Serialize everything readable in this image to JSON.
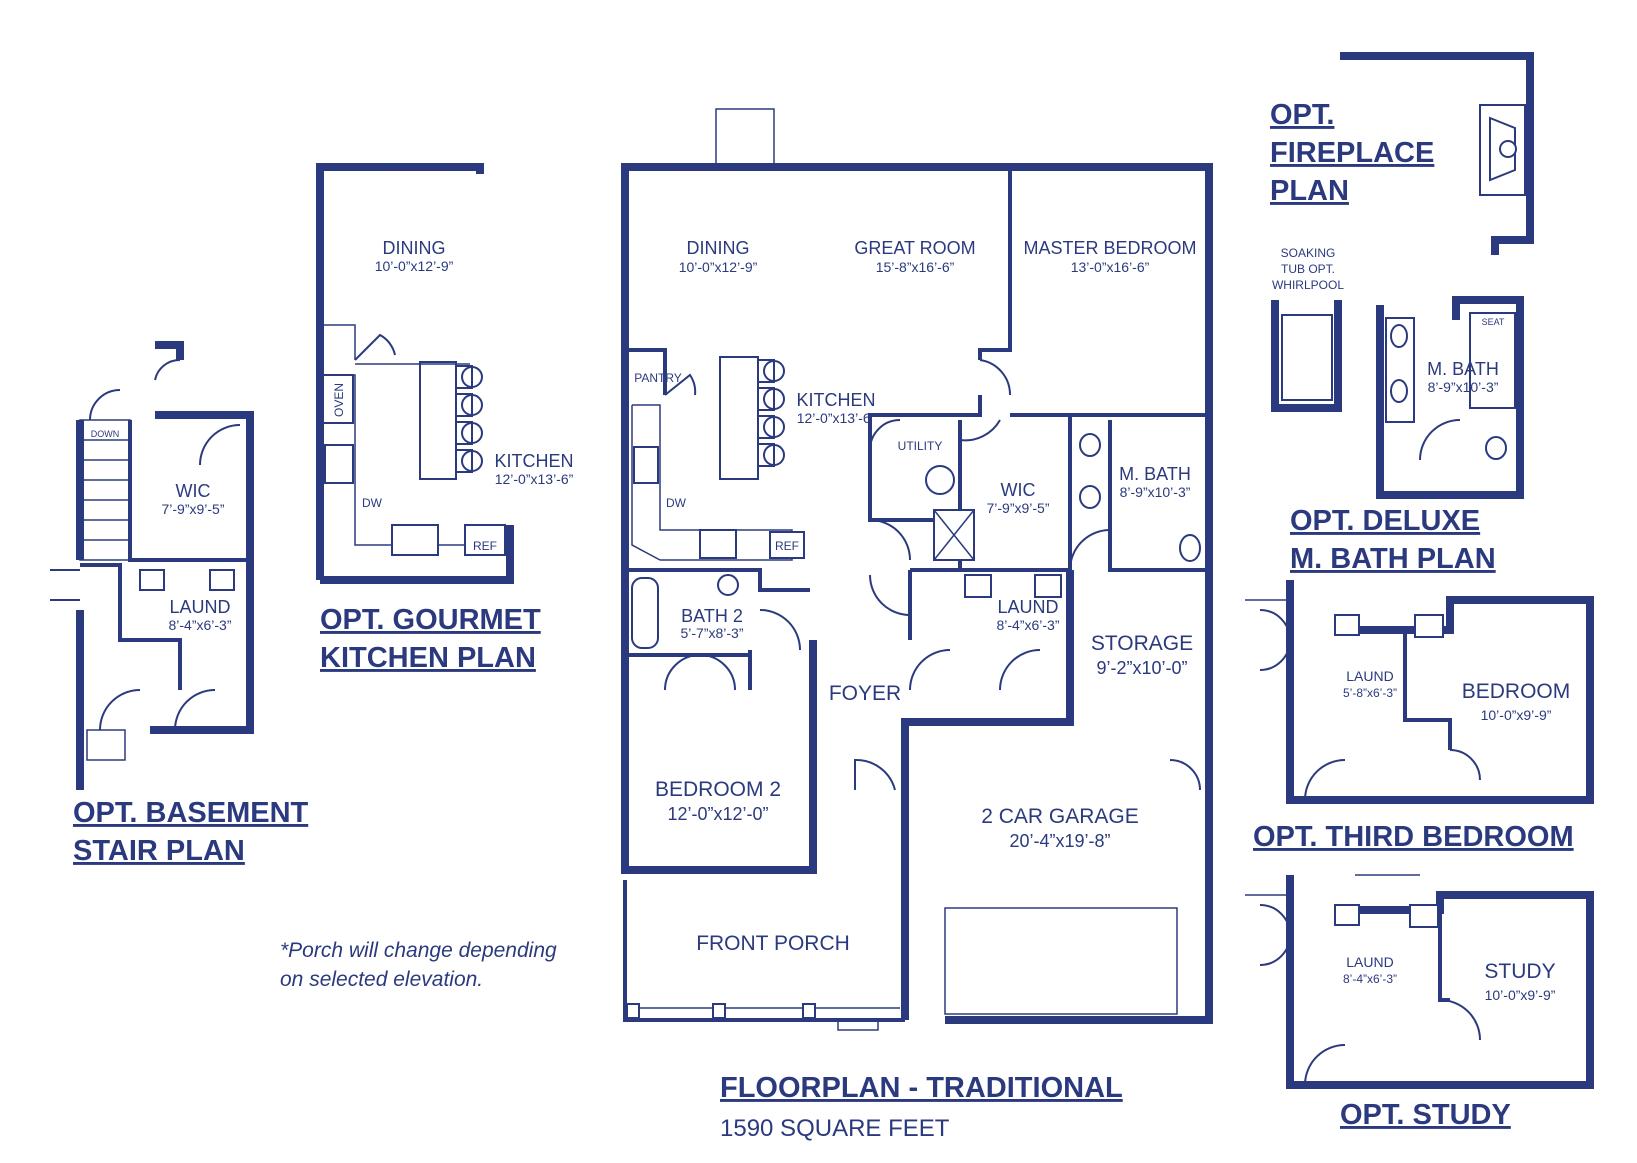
{
  "main_plan": {
    "title": "FLOORPLAN - TRADITIONAL",
    "square_feet": "1590 SQUARE FEET",
    "rooms": {
      "dining": {
        "name": "DINING",
        "dim": "10’-0”x12’-9”"
      },
      "great_room": {
        "name": "GREAT ROOM",
        "dim": "15’-8”x16’-6”"
      },
      "master_bedroom": {
        "name": "MASTER BEDROOM",
        "dim": "13’-0”x16’-6”"
      },
      "pantry": {
        "name": "PANTRY"
      },
      "kitchen": {
        "name": "KITCHEN",
        "dim": "12’-0”x13’-6”"
      },
      "utility": {
        "name": "UTILITY"
      },
      "wic": {
        "name": "WIC",
        "dim": "7’-9”x9’-5”"
      },
      "m_bath": {
        "name": "M. BATH",
        "dim": "8’-9”x10’-3”"
      },
      "dw": {
        "name": "DW"
      },
      "ref": {
        "name": "REF"
      },
      "bath2": {
        "name": "BATH 2",
        "dim": "5’-7”x8’-3”"
      },
      "laund": {
        "name": "LAUND",
        "dim": "8’-4”x6’-3”"
      },
      "storage": {
        "name": "STORAGE",
        "dim": "9’-2”x10’-0”"
      },
      "foyer": {
        "name": "FOYER"
      },
      "bedroom2": {
        "name": "BEDROOM 2",
        "dim": "12’-0”x12’-0”"
      },
      "garage": {
        "name": "2 CAR GARAGE",
        "dim": "20’-4”x19’-8”"
      },
      "front_porch": {
        "name": "FRONT PORCH"
      }
    }
  },
  "porch_note": {
    "line1": "*Porch will change depending",
    "line2": "on selected elevation."
  },
  "basement_stair": {
    "title_line1": "OPT. BASEMENT",
    "title_line2": "STAIR PLAN",
    "down_label": "DOWN",
    "wic": {
      "name": "WIC",
      "dim": "7’-9”x9’-5”"
    },
    "laund": {
      "name": "LAUND",
      "dim": "8’-4”x6’-3”"
    }
  },
  "gourmet_kitchen": {
    "title_line1": "OPT. GOURMET",
    "title_line2": "KITCHEN PLAN",
    "dining": {
      "name": "DINING",
      "dim": "10’-0”x12’-9”"
    },
    "kitchen": {
      "name": "KITCHEN",
      "dim": "12’-0”x13’-6”"
    },
    "oven": "OVEN",
    "dw": "DW",
    "ref": "REF"
  },
  "fireplace": {
    "title_line1": "OPT.",
    "title_line2": "FIREPLACE",
    "title_line3": "PLAN"
  },
  "deluxe_bath": {
    "title_line1": "OPT. DELUXE",
    "title_line2": "M. BATH PLAN",
    "tub_note_line1": "SOAKING",
    "tub_note_line2": "TUB OPT.",
    "tub_note_line3": "WHIRLPOOL",
    "seat": "SEAT",
    "m_bath": {
      "name": "M. BATH",
      "dim": "8’-9”x10’-3”"
    }
  },
  "third_bedroom": {
    "title": "OPT. THIRD BEDROOM",
    "laund": {
      "name": "LAUND",
      "dim": "5’-8”x6’-3”"
    },
    "bedroom": {
      "name": "BEDROOM",
      "dim": "10’-0”x9’-9”"
    }
  },
  "study": {
    "title": "OPT. STUDY",
    "laund": {
      "name": "LAUND",
      "dim": "8’-4”x6’-3”"
    },
    "study": {
      "name": "STUDY",
      "dim": "10’-0”x9’-9”"
    }
  },
  "colors": {
    "ink": "#2b3a7e",
    "background": "#ffffff"
  }
}
